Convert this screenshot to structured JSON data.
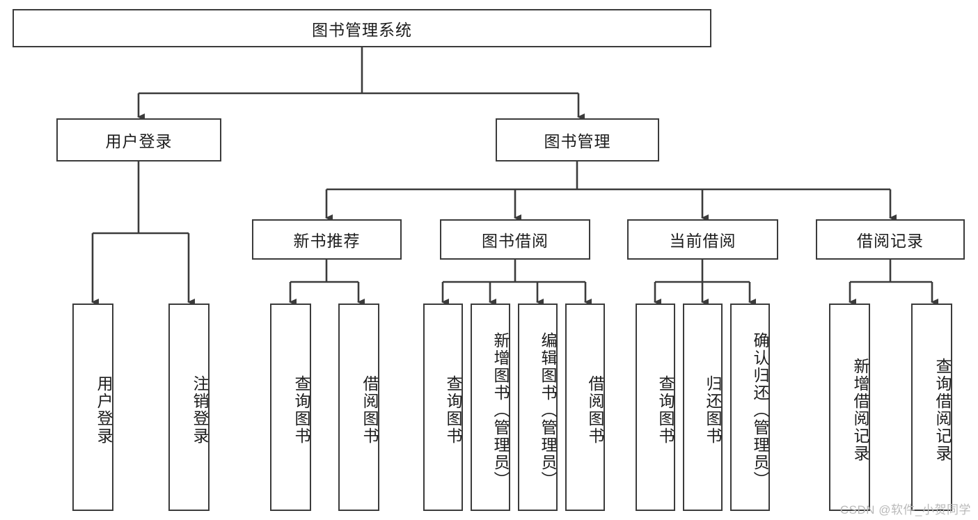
{
  "diagram": {
    "title": "图书管理系统",
    "type": "hierarchy-tree",
    "colors": {
      "box_border": "#3b3b3b",
      "box_fill": "#ffffff",
      "connector": "#3b3b3b",
      "text": "#1c1c1c",
      "watermark": "#b9b9b9"
    },
    "root": {
      "label": "图书管理系统"
    },
    "level2": [
      {
        "label": "用户登录"
      },
      {
        "label": "图书管理"
      }
    ],
    "level3": [
      {
        "label": "新书推荐"
      },
      {
        "label": "图书借阅"
      },
      {
        "label": "当前借阅"
      },
      {
        "label": "借阅记录"
      }
    ],
    "leaves_user_login": [
      {
        "label": "用户登录"
      },
      {
        "label": "注销登录"
      }
    ],
    "leaves_new_book": [
      {
        "label": "查询图书"
      },
      {
        "label": "借阅图书"
      }
    ],
    "leaves_borrow": [
      {
        "label": "查询图书"
      },
      {
        "label": "新增图书（管理员）"
      },
      {
        "label": "编辑图书（管理员）"
      },
      {
        "label": "借阅图书"
      }
    ],
    "leaves_current": [
      {
        "label": "查询图书"
      },
      {
        "label": "归还图书"
      },
      {
        "label": "确认归还（管理员）"
      }
    ],
    "leaves_records": [
      {
        "label": "新增借阅记录"
      },
      {
        "label": "查询借阅记录"
      }
    ]
  },
  "watermark": {
    "text": "CSDN @软件_小贺同学"
  }
}
